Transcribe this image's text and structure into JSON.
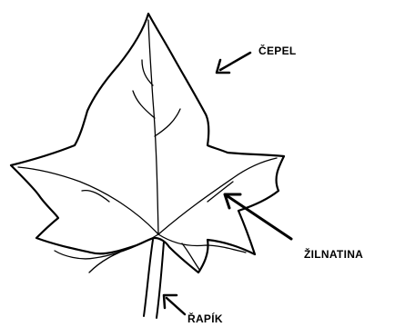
{
  "labels": {
    "blade": "ČEPEL",
    "veins": "ŽILNATINA",
    "petiole": "ŘAPÍK"
  },
  "colors": {
    "ink": "#000000",
    "background": "#ffffff"
  }
}
